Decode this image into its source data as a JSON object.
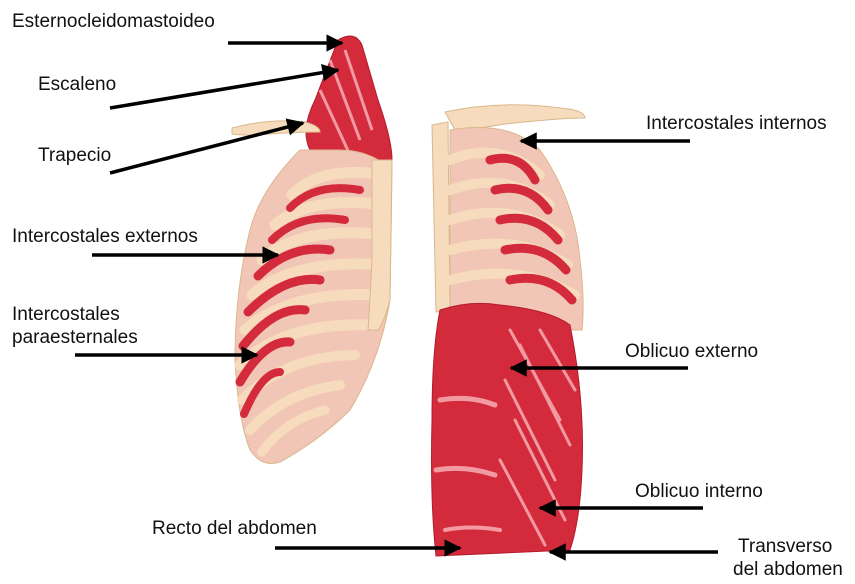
{
  "labels": {
    "esternocleidomastoideo": "Esternocleidomastoideo",
    "escaleno": "Escaleno",
    "trapecio": "Trapecio",
    "intercostales_externos": "Intercostales externos",
    "intercostales_paraesternales_line1": "Intercostales",
    "intercostales_paraesternales_line2": "paraesternales",
    "intercostales_internos": "Intercostales internos",
    "oblicuo_externo": "Oblicuo externo",
    "oblicuo_interno": "Oblicuo interno",
    "recto_del_abdomen": "Recto del abdomen",
    "transverso_line1": "Transverso",
    "transverso_line2": "del abdomen"
  },
  "colors": {
    "muscle": "#d42b3c",
    "muscle_light": "#ee8e96",
    "bone": "#f6dcbc",
    "bone_edge": "#d9b78c",
    "arrow": "#000000",
    "text": "#111111"
  }
}
